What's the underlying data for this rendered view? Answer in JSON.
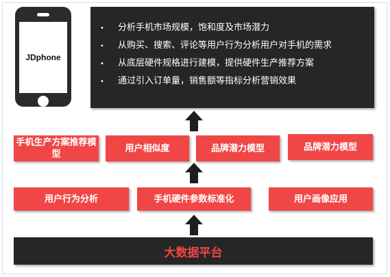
{
  "phone": {
    "screen_label": "JDphone"
  },
  "top_box": {
    "bullets": [
      "分析手机市场规模，饱和度及市场潜力",
      "从购买、搜索、评论等用户行为分析用户对手机的需求",
      "从底层硬件规格进行建模，提供硬件生产推荐方案",
      "通过引入订单量，销售额等指标分析营销效果"
    ]
  },
  "row_models": [
    "手机生产方案推荐模型",
    "用户相似度",
    "品牌潜力模型",
    "品牌潜力模型"
  ],
  "row_analysis": [
    "用户行为分析",
    "手机硬件参数标准化",
    "用户画像应用"
  ],
  "platform": {
    "label": "大数据平台"
  },
  "colors": {
    "accent_red": "#f14646",
    "dark_panel": "#262626"
  }
}
